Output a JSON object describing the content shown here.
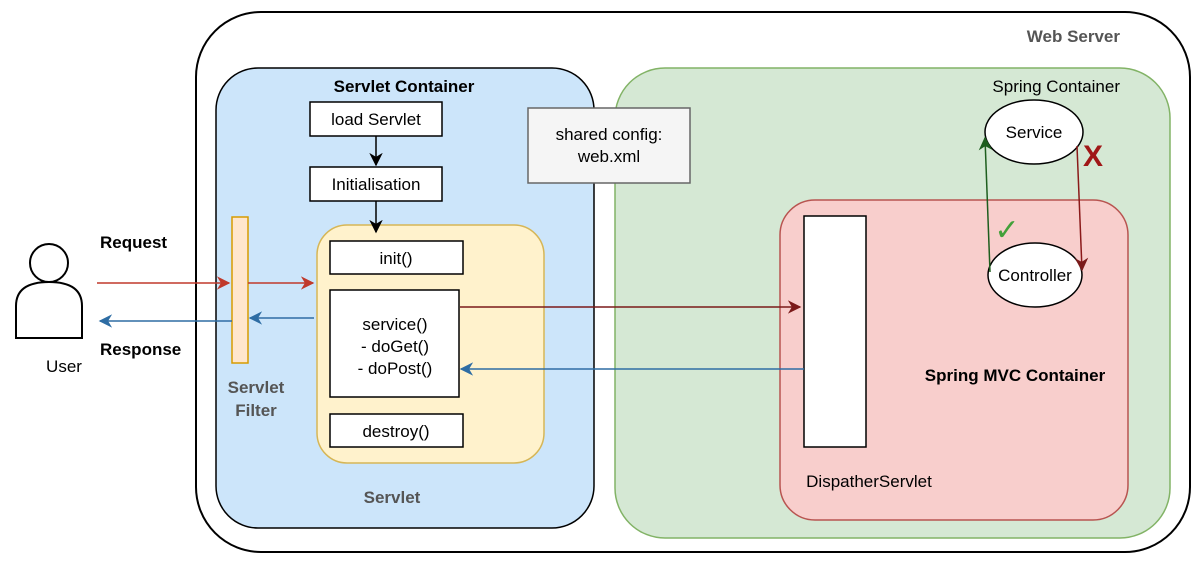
{
  "web_server": {
    "label": "Web Server"
  },
  "user": {
    "label": "User"
  },
  "flow": {
    "request_label": "Request",
    "response_label": "Response"
  },
  "servlet_filter": {
    "label_line1": "Servlet",
    "label_line2": "Filter"
  },
  "servlet_container": {
    "title": "Servlet Container",
    "load_servlet": "load Servlet",
    "initialisation": "Initialisation",
    "servlet_label": "Servlet",
    "init": "init()",
    "service_line1": "service()",
    "service_line2": "- doGet()",
    "service_line3": "- doPost()",
    "destroy": "destroy()"
  },
  "shared_config": {
    "line1": "shared config:",
    "line2": "web.xml"
  },
  "spring_container": {
    "title": "Spring Container",
    "service": "Service",
    "cross_mark": "X",
    "check_mark": "✓"
  },
  "spring_mvc_container": {
    "title": "Spring MVC Container",
    "controller": "Controller",
    "dispatcher_label": "DispatherServlet"
  },
  "colors": {
    "request_arrow": "#c0392b",
    "response_arrow": "#2e6da4",
    "dispatch_arrow": "#7b1a1a",
    "allowed_arrow": "#1e5e1e",
    "blocked_arrow": "#8b1a1a"
  }
}
